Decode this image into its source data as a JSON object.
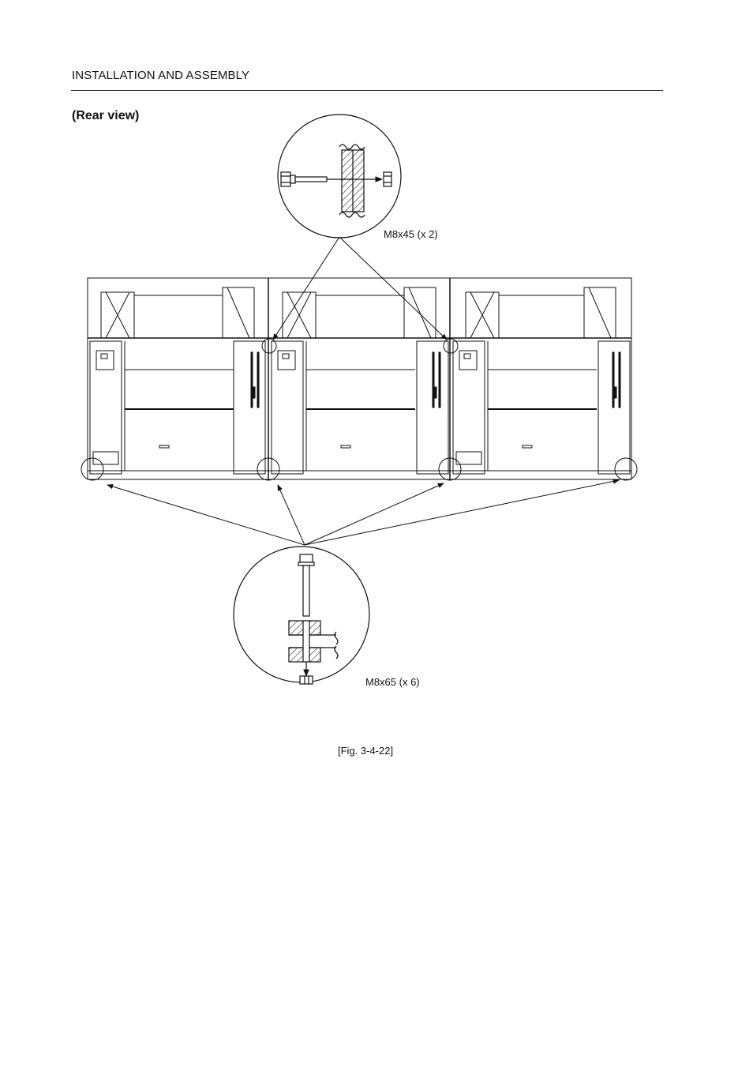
{
  "header": {
    "section_title": "INSTALLATION AND ASSEMBLY"
  },
  "section": {
    "title": "(Rear view)"
  },
  "figure": {
    "callout_top": "M8x45 (x 2)",
    "callout_bottom": "M8x65 (x 6)",
    "caption": "[Fig. 3-4-22]"
  }
}
